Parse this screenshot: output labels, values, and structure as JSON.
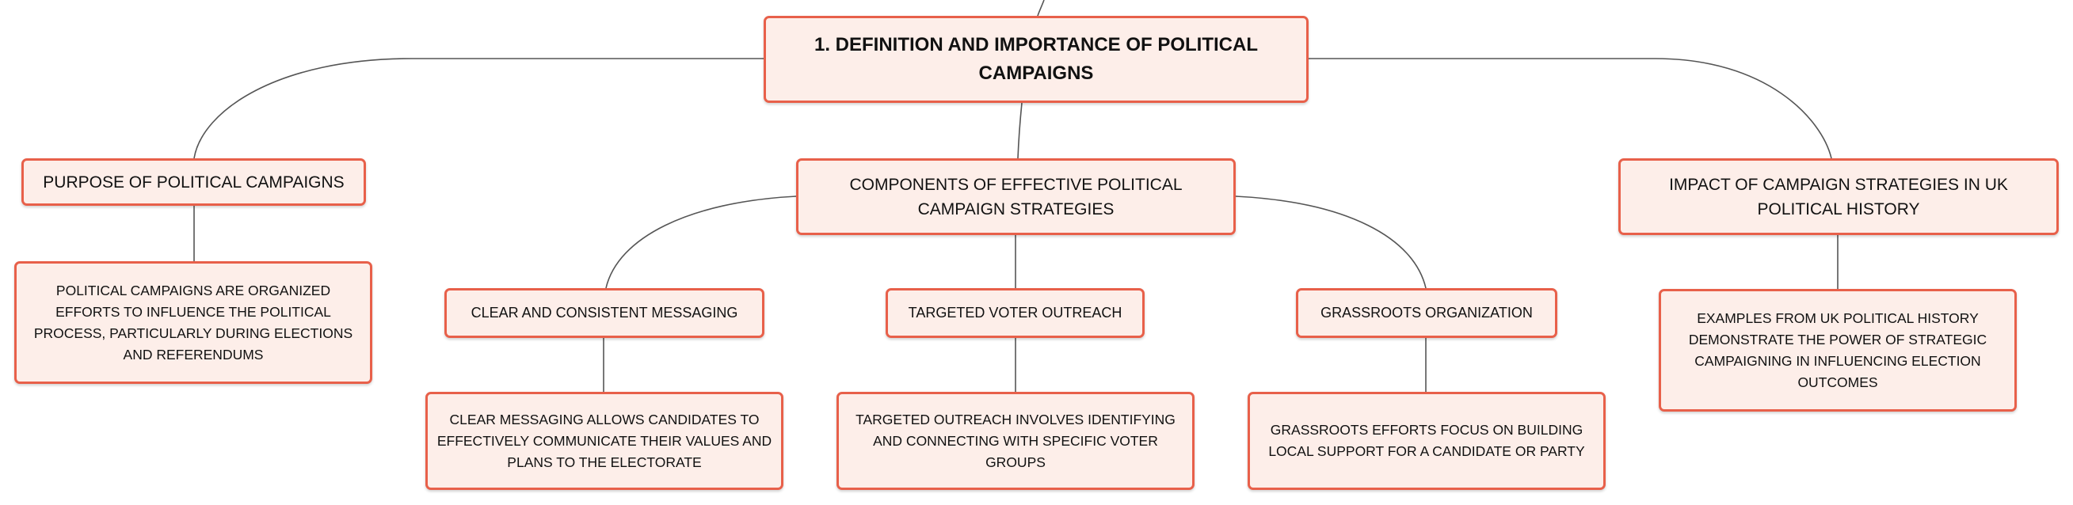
{
  "diagram": {
    "root": {
      "label": "1. DEFINITION AND IMPORTANCE OF POLITICAL CAMPAIGNS"
    },
    "branches": [
      {
        "label": "PURPOSE OF POLITICAL CAMPAIGNS",
        "detail": "POLITICAL CAMPAIGNS ARE ORGANIZED EFFORTS TO INFLUENCE THE POLITICAL PROCESS, PARTICULARLY DURING ELECTIONS AND REFERENDUMS"
      },
      {
        "label": "COMPONENTS OF EFFECTIVE POLITICAL CAMPAIGN STRATEGIES",
        "children": [
          {
            "label": "CLEAR AND CONSISTENT MESSAGING",
            "detail": "CLEAR MESSAGING ALLOWS CANDIDATES TO EFFECTIVELY COMMUNICATE THEIR VALUES AND PLANS TO THE ELECTORATE"
          },
          {
            "label": "TARGETED VOTER OUTREACH",
            "detail": "TARGETED OUTREACH INVOLVES IDENTIFYING AND CONNECTING WITH SPECIFIC VOTER GROUPS"
          },
          {
            "label": "GRASSROOTS ORGANIZATION",
            "detail": "GRASSROOTS EFFORTS FOCUS ON BUILDING LOCAL SUPPORT FOR A CANDIDATE OR PARTY"
          }
        ]
      },
      {
        "label": "IMPACT OF CAMPAIGN STRATEGIES IN UK POLITICAL HISTORY",
        "detail": "EXAMPLES FROM UK POLITICAL HISTORY DEMONSTRATE THE POWER OF STRATEGIC CAMPAIGNING IN INFLUENCING ELECTION OUTCOMES"
      }
    ]
  },
  "colors": {
    "node_border": "#e8604a",
    "node_fill": "#fdeee9",
    "connector": "#555555"
  }
}
